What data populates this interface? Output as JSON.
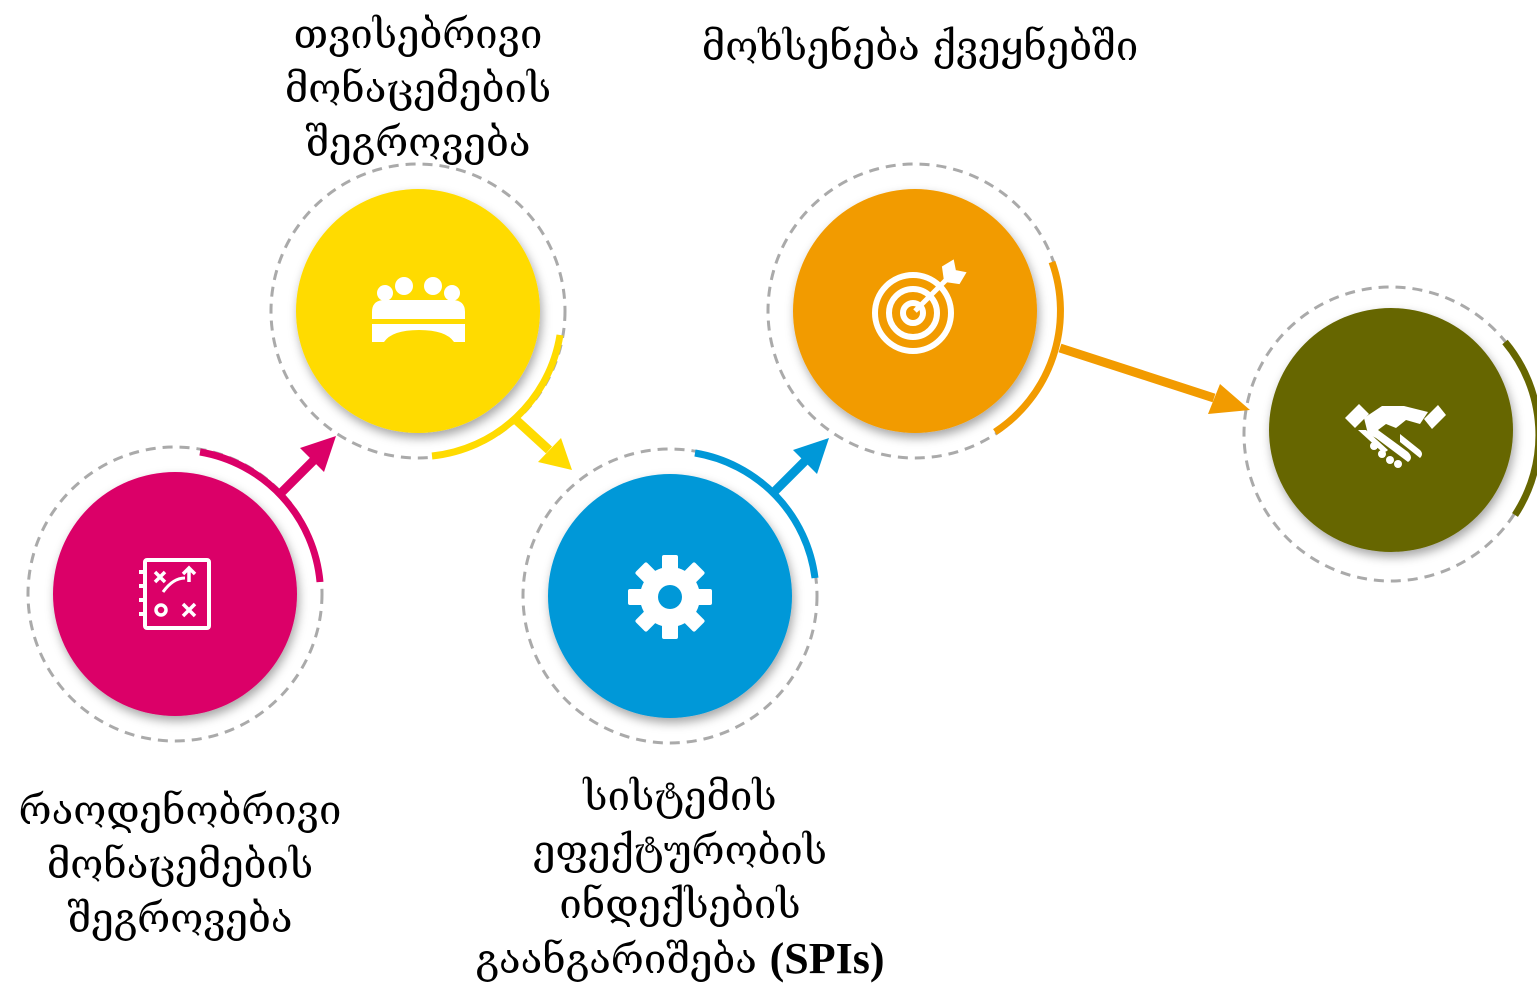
{
  "colors": {
    "step1": "#DB0068",
    "step2": "#FFDB00",
    "step3": "#0098D8",
    "step4": "#F29B00",
    "step5": "#666600",
    "dash": "#AAAAAA"
  },
  "steps": [
    {
      "id": "step1",
      "icon": "strategy-board-icon",
      "label_lines": [
        "რაოდენობრივი",
        "მონაცემების",
        "შეგროვება"
      ]
    },
    {
      "id": "step2",
      "icon": "team-meeting-icon",
      "label_lines": [
        "თვისებრივი",
        "მონაცემების",
        "შეგროვება"
      ]
    },
    {
      "id": "step3",
      "icon": "gear-icon",
      "label_lines": [
        "სისტემის",
        "ეფექტურობის",
        "ინდექსების"
      ],
      "label_last_prefix": "გაანგარიშება ",
      "label_last_bold": "(SPIs)"
    },
    {
      "id": "step4",
      "icon": "target-icon",
      "label_lines": [
        "მოხსენება ქვეყნებში"
      ]
    },
    {
      "id": "step5",
      "icon": "handshake-icon",
      "label_lines": []
    }
  ]
}
